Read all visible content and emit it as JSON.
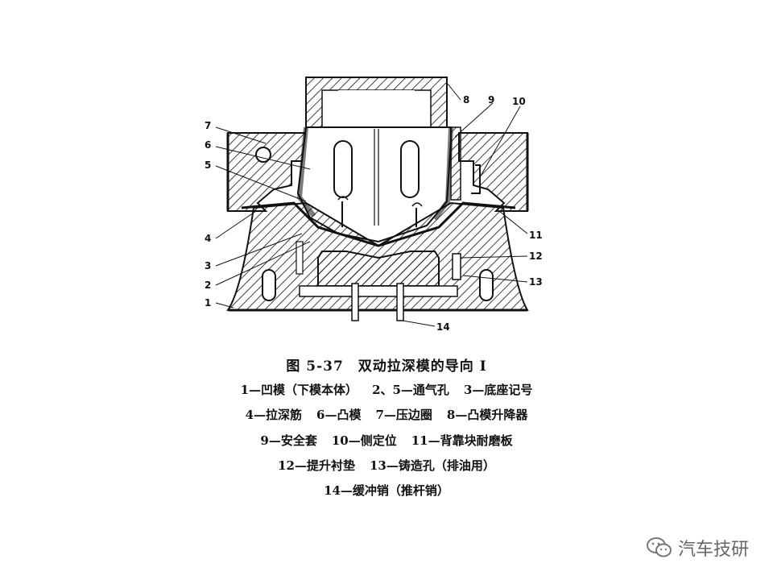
{
  "figure": {
    "callouts": [
      "1",
      "2",
      "3",
      "4",
      "5",
      "6",
      "7",
      "8",
      "9",
      "10",
      "11",
      "12",
      "13",
      "14"
    ]
  },
  "caption": {
    "title": "图 5-37　双动拉深模的导向 Ⅰ",
    "legend": [
      [
        "1—凹模（下模本体）",
        "2、5—通气孔",
        "3—底座记号"
      ],
      [
        "4—拉深筋",
        "6—凸模",
        "7—压边圈",
        "8—凸模升降器"
      ],
      [
        "9—安全套",
        "10—侧定位",
        "11—背靠块耐磨板"
      ],
      [
        "12—提升衬垫",
        "13—铸造孔（排油用）"
      ],
      [
        "14—缓冲销（推杆销）"
      ]
    ]
  },
  "watermark": {
    "text": "汽车技研",
    "icon": "wechat-icon"
  }
}
